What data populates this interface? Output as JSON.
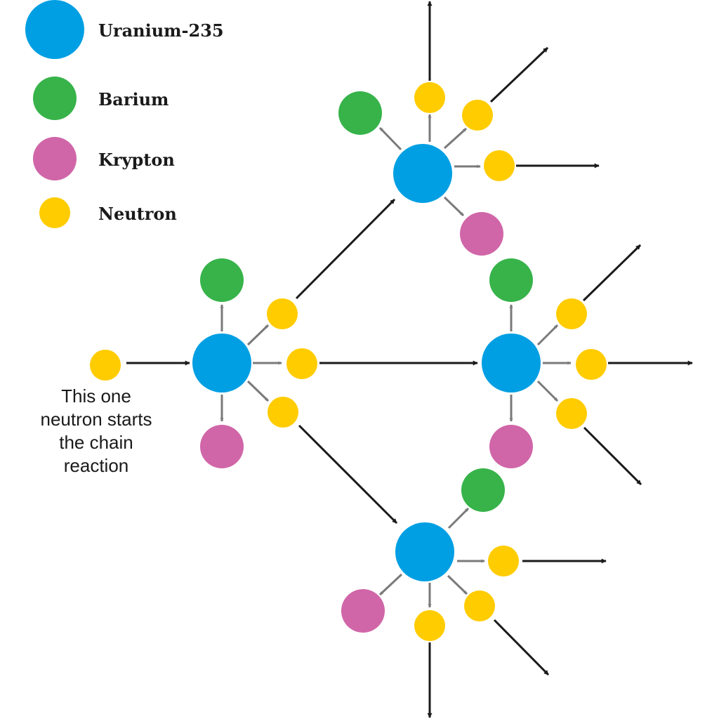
{
  "legend": {
    "uranium": {
      "label": "Uranium-235",
      "color": "#009fe3"
    },
    "barium": {
      "label": "Barium",
      "color": "#37b34a"
    },
    "krypton": {
      "label": "Krypton",
      "color": "#d066a8"
    },
    "neutron": {
      "label": "Neutron",
      "color": "#ffcc00"
    }
  },
  "caption": {
    "line1": "This one",
    "line2": "neutron starts",
    "line3": "the chain",
    "line4": "reaction"
  },
  "colors": {
    "long_arrow": "#1a1a1a",
    "short_arrow": "#7a7a7a"
  }
}
